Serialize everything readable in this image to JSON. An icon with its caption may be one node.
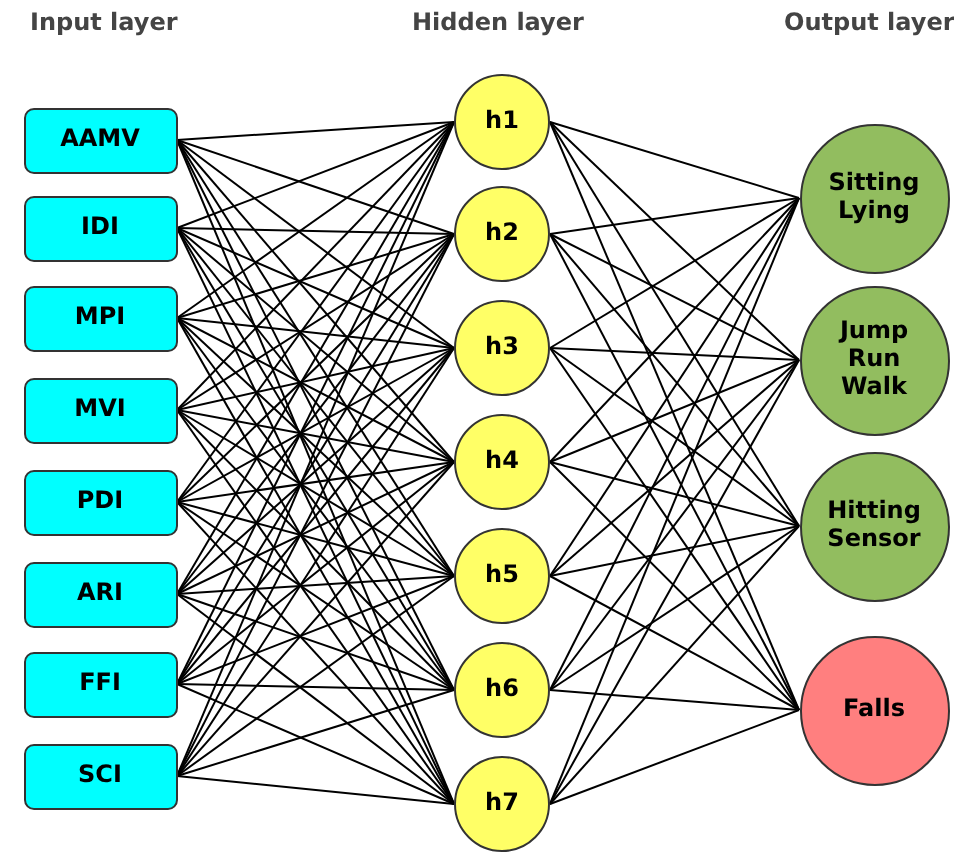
{
  "diagram": {
    "labels": [
      "Input layer",
      "Hidden layer",
      "Output layer"
    ],
    "nodes": [
      {
        "text": [
          "AAMV"
        ]
      },
      {
        "text": [
          "IDI"
        ]
      },
      {
        "text": [
          "MPI"
        ]
      },
      {
        "text": [
          "MVI"
        ]
      },
      {
        "text": [
          "PDI"
        ]
      },
      {
        "text": [
          "ARI"
        ]
      },
      {
        "text": [
          "FFI"
        ]
      },
      {
        "text": [
          "SCI"
        ]
      },
      {
        "text": [
          "h1"
        ]
      },
      {
        "text": [
          "h2"
        ]
      },
      {
        "text": [
          "h3"
        ]
      },
      {
        "text": [
          "h4"
        ]
      },
      {
        "text": [
          "h5"
        ]
      },
      {
        "text": [
          "h6"
        ]
      },
      {
        "text": [
          "h7"
        ]
      },
      {
        "text": [
          "Sitting Lying"
        ]
      },
      {
        "text": [
          "Jump Run Walk"
        ]
      },
      {
        "text": [
          "Hitting Sensor"
        ]
      },
      {
        "text": [
          "Falls"
        ]
      }
    ],
    "edges": [
      {
        "from": 0,
        "to": 8,
        "arrow": "none"
      },
      {
        "from": 0,
        "to": 9,
        "arrow": "none"
      },
      {
        "from": 0,
        "to": 10,
        "arrow": "none"
      },
      {
        "from": 0,
        "to": 11,
        "arrow": "none"
      },
      {
        "from": 0,
        "to": 12,
        "arrow": "none"
      },
      {
        "from": 0,
        "to": 13,
        "arrow": "none"
      },
      {
        "from": 0,
        "to": 14,
        "arrow": "none"
      },
      {
        "from": 1,
        "to": 8,
        "arrow": "none"
      },
      {
        "from": 1,
        "to": 9,
        "arrow": "none"
      },
      {
        "from": 1,
        "to": 10,
        "arrow": "none"
      },
      {
        "from": 1,
        "to": 11,
        "arrow": "none"
      },
      {
        "from": 1,
        "to": 12,
        "arrow": "none"
      },
      {
        "from": 1,
        "to": 13,
        "arrow": "none"
      },
      {
        "from": 1,
        "to": 14,
        "arrow": "none"
      },
      {
        "from": 2,
        "to": 8,
        "arrow": "none"
      },
      {
        "from": 2,
        "to": 9,
        "arrow": "none"
      },
      {
        "from": 2,
        "to": 10,
        "arrow": "none"
      },
      {
        "from": 2,
        "to": 11,
        "arrow": "none"
      },
      {
        "from": 2,
        "to": 12,
        "arrow": "none"
      },
      {
        "from": 2,
        "to": 13,
        "arrow": "none"
      },
      {
        "from": 2,
        "to": 14,
        "arrow": "none"
      },
      {
        "from": 3,
        "to": 8,
        "arrow": "none"
      },
      {
        "from": 3,
        "to": 9,
        "arrow": "none"
      },
      {
        "from": 3,
        "to": 10,
        "arrow": "none"
      },
      {
        "from": 3,
        "to": 11,
        "arrow": "none"
      },
      {
        "from": 3,
        "to": 12,
        "arrow": "none"
      },
      {
        "from": 3,
        "to": 13,
        "arrow": "none"
      },
      {
        "from": 3,
        "to": 14,
        "arrow": "none"
      },
      {
        "from": 4,
        "to": 8,
        "arrow": "none"
      },
      {
        "from": 4,
        "to": 9,
        "arrow": "none"
      },
      {
        "from": 4,
        "to": 10,
        "arrow": "none"
      },
      {
        "from": 4,
        "to": 11,
        "arrow": "none"
      },
      {
        "from": 4,
        "to": 12,
        "arrow": "none"
      },
      {
        "from": 4,
        "to": 13,
        "arrow": "none"
      },
      {
        "from": 4,
        "to": 14,
        "arrow": "none"
      },
      {
        "from": 5,
        "to": 8,
        "arrow": "none"
      },
      {
        "from": 5,
        "to": 9,
        "arrow": "none"
      },
      {
        "from": 5,
        "to": 10,
        "arrow": "none"
      },
      {
        "from": 5,
        "to": 11,
        "arrow": "none"
      },
      {
        "from": 5,
        "to": 12,
        "arrow": "none"
      },
      {
        "from": 5,
        "to": 13,
        "arrow": "none"
      },
      {
        "from": 5,
        "to": 14,
        "arrow": "none"
      },
      {
        "from": 6,
        "to": 8,
        "arrow": "none"
      },
      {
        "from": 6,
        "to": 9,
        "arrow": "none"
      },
      {
        "from": 6,
        "to": 10,
        "arrow": "none"
      },
      {
        "from": 6,
        "to": 11,
        "arrow": "none"
      },
      {
        "from": 6,
        "to": 12,
        "arrow": "none"
      },
      {
        "from": 6,
        "to": 13,
        "arrow": "none"
      },
      {
        "from": 6,
        "to": 14,
        "arrow": "none"
      },
      {
        "from": 7,
        "to": 8,
        "arrow": "none"
      },
      {
        "from": 7,
        "to": 9,
        "arrow": "none"
      },
      {
        "from": 7,
        "to": 10,
        "arrow": "none"
      },
      {
        "from": 7,
        "to": 11,
        "arrow": "none"
      },
      {
        "from": 7,
        "to": 12,
        "arrow": "none"
      },
      {
        "from": 7,
        "to": 13,
        "arrow": "none"
      },
      {
        "from": 7,
        "to": 14,
        "arrow": "none"
      },
      {
        "from": 8,
        "to": 15,
        "arrow": "none"
      },
      {
        "from": 8,
        "to": 16,
        "arrow": "none"
      },
      {
        "from": 8,
        "to": 17,
        "arrow": "none"
      },
      {
        "from": 8,
        "to": 18,
        "arrow": "none"
      },
      {
        "from": 9,
        "to": 15,
        "arrow": "none"
      },
      {
        "from": 9,
        "to": 16,
        "arrow": "none"
      },
      {
        "from": 9,
        "to": 17,
        "arrow": "none"
      },
      {
        "from": 9,
        "to": 18,
        "arrow": "none"
      },
      {
        "from": 10,
        "to": 15,
        "arrow": "none"
      },
      {
        "from": 10,
        "to": 16,
        "arrow": "none"
      },
      {
        "from": 10,
        "to": 17,
        "arrow": "none"
      },
      {
        "from": 10,
        "to": 18,
        "arrow": "none"
      },
      {
        "from": 11,
        "to": 15,
        "arrow": "none"
      },
      {
        "from": 11,
        "to": 16,
        "arrow": "none"
      },
      {
        "from": 11,
        "to": 17,
        "arrow": "none"
      },
      {
        "from": 11,
        "to": 18,
        "arrow": "none"
      },
      {
        "from": 12,
        "to": 15,
        "arrow": "none"
      },
      {
        "from": 12,
        "to": 16,
        "arrow": "none"
      },
      {
        "from": 12,
        "to": 17,
        "arrow": "none"
      },
      {
        "from": 12,
        "to": 18,
        "arrow": "none"
      },
      {
        "from": 13,
        "to": 15,
        "arrow": "none"
      },
      {
        "from": 13,
        "to": 16,
        "arrow": "none"
      },
      {
        "from": 13,
        "to": 17,
        "arrow": "none"
      },
      {
        "from": 13,
        "to": 18,
        "arrow": "none"
      },
      {
        "from": 14,
        "to": 15,
        "arrow": "none"
      },
      {
        "from": 14,
        "to": 16,
        "arrow": "none"
      },
      {
        "from": 14,
        "to": 17,
        "arrow": "none"
      },
      {
        "from": 14,
        "to": 18,
        "arrow": "none"
      }
    ]
  }
}
